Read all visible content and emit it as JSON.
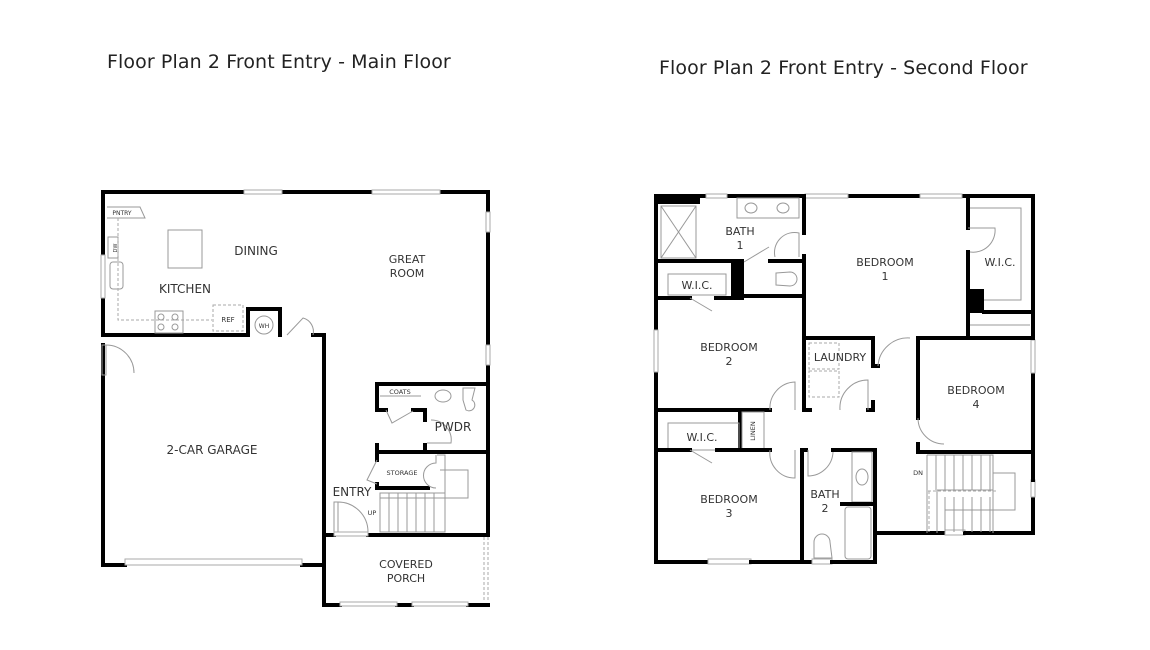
{
  "titles": {
    "main_floor": "Floor Plan 2 Front Entry - Main Floor",
    "second_floor": "Floor Plan 2 Front Entry - Second Floor"
  },
  "main_floor": {
    "rooms": {
      "pantry": "PNTRY",
      "dishwasher": "DW",
      "dining": "DINING",
      "great_room_1": "GREAT",
      "great_room_2": "ROOM",
      "kitchen": "KITCHEN",
      "refrigerator": "REF",
      "water_heater": "WH",
      "garage": "2-CAR GARAGE",
      "coats": "COATS",
      "powder": "PWDR",
      "storage": "STORAGE",
      "entry": "ENTRY",
      "stairs_up": "UP",
      "porch_1": "COVERED",
      "porch_2": "PORCH"
    }
  },
  "second_floor": {
    "rooms": {
      "bath1_1": "BATH",
      "bath1_2": "1",
      "bedroom1_1": "BEDROOM",
      "bedroom1_2": "1",
      "wic_master": "W.I.C.",
      "wic_bed2": "W.I.C.",
      "bedroom2_1": "BEDROOM",
      "bedroom2_2": "2",
      "laundry": "LAUNDRY",
      "bedroom4_1": "BEDROOM",
      "bedroom4_2": "4",
      "wic_bed3": "W.I.C.",
      "linen": "LINEN",
      "bedroom3_1": "BEDROOM",
      "bedroom3_2": "3",
      "bath2_1": "BATH",
      "bath2_2": "2",
      "stairs_down": "DN"
    }
  }
}
